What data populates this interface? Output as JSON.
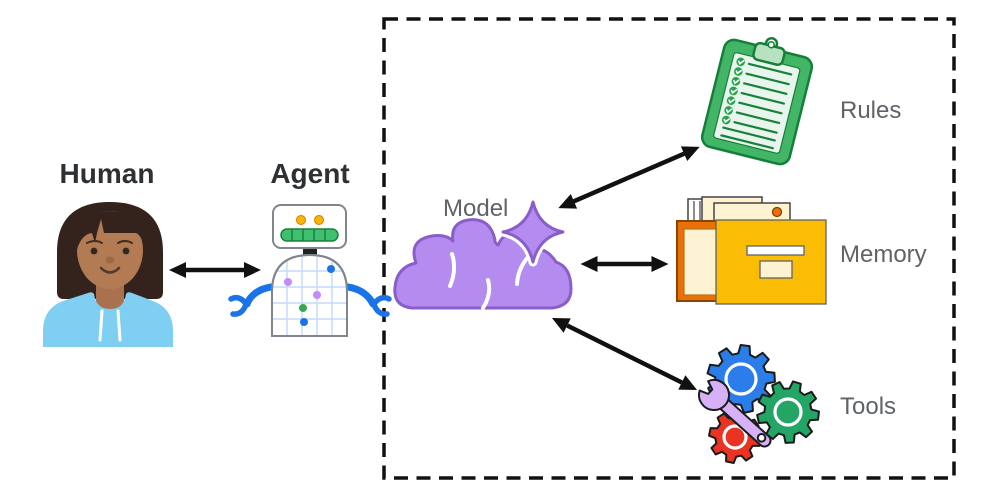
{
  "nodes": {
    "human": {
      "label": "Human"
    },
    "agent": {
      "label": "Agent"
    },
    "model": {
      "label": "Model"
    },
    "rules": {
      "label": "Rules"
    },
    "memory": {
      "label": "Memory"
    },
    "tools": {
      "label": "Tools"
    }
  },
  "edges": [
    {
      "from": "Human",
      "to": "Agent",
      "bidirectional": true
    },
    {
      "from": "Model",
      "to": "Rules",
      "bidirectional": true
    },
    {
      "from": "Model",
      "to": "Memory",
      "bidirectional": true
    },
    {
      "from": "Model",
      "to": "Tools",
      "bidirectional": true
    }
  ],
  "colors": {
    "label_primary": "#2d3134",
    "label_secondary": "#5f6368",
    "arrow": "#111111",
    "boundary_dash": "#111111",
    "model_purple": "#b48cf0",
    "model_purple_stroke": "#8a5ec9",
    "rules_green": "#43b567",
    "rules_green_dark": "#157f3a",
    "memory_yellow": "#fbbc04",
    "memory_orange": "#e8710a",
    "memory_cream": "#fdf3d3",
    "tools_blue": "#2b7de9",
    "tools_green": "#23a566",
    "tools_red": "#ea3323",
    "wrench_purple": "#d7b1f7",
    "human_hoodie": "#7ecff2",
    "human_skin": "#b27b54",
    "human_hair": "#33231c",
    "robot_arm_blue": "#1a73e8"
  }
}
